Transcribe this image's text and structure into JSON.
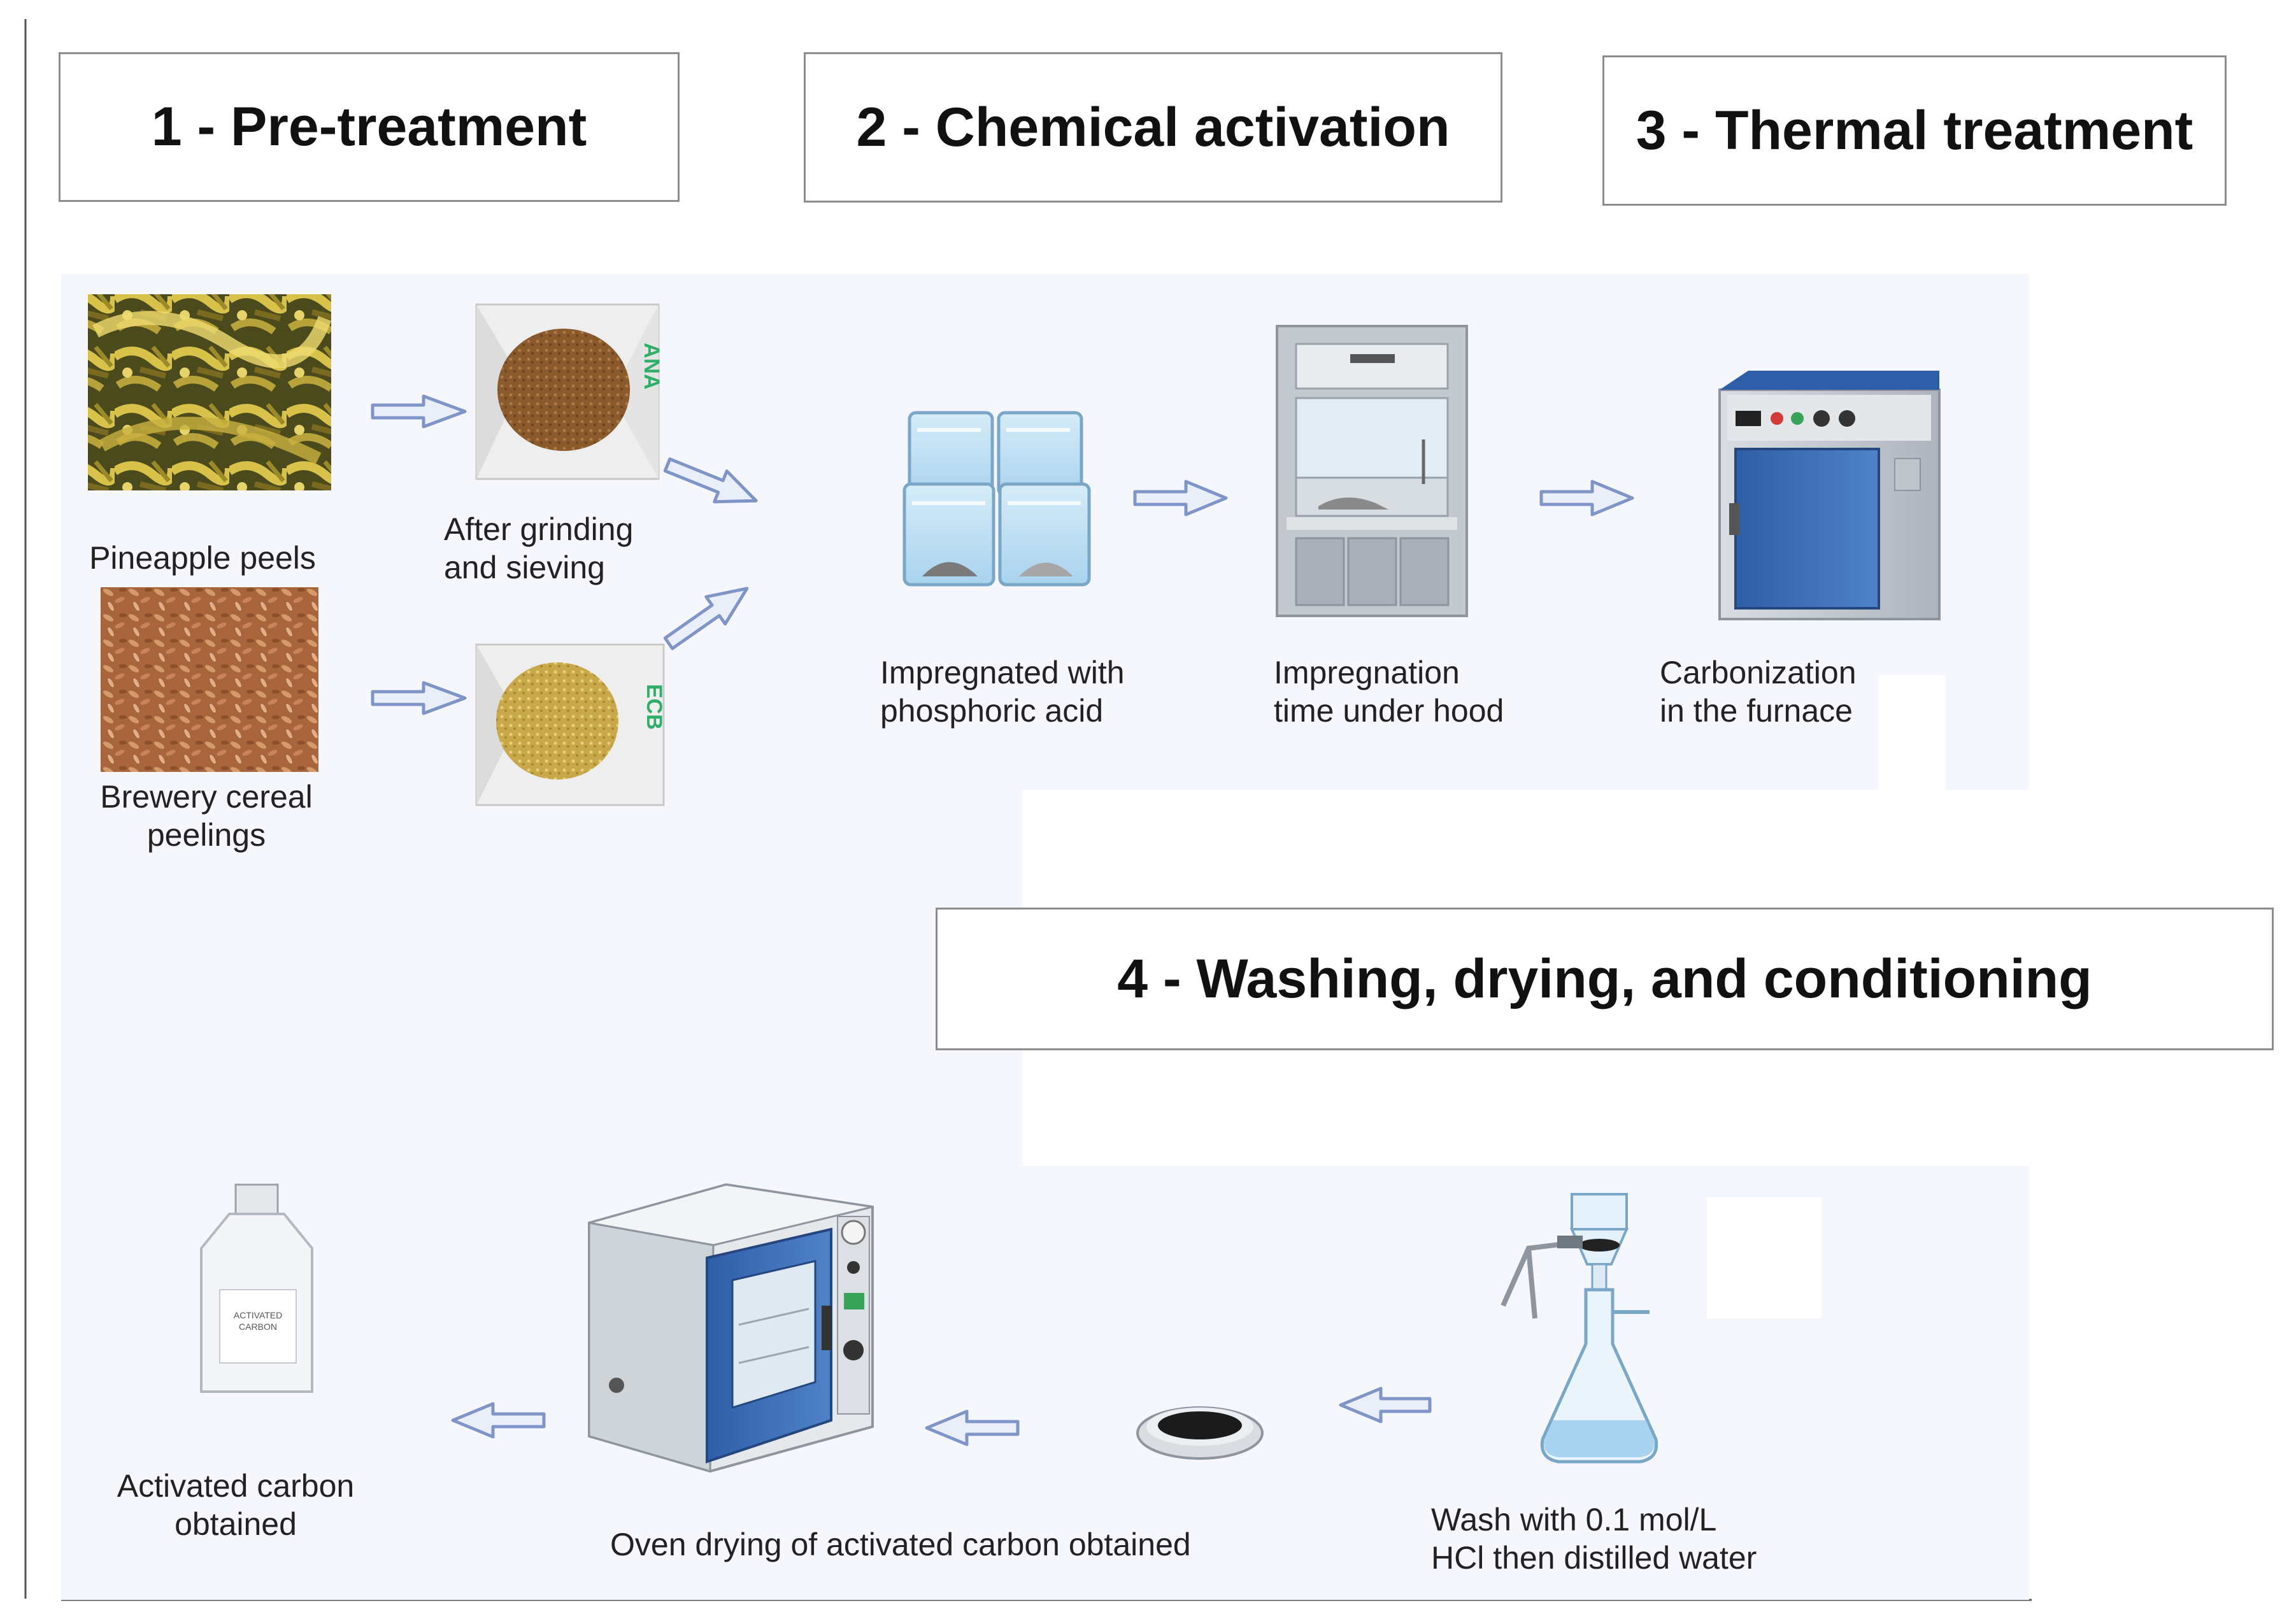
{
  "phases": {
    "pretreatment": "1 - Pre-treatment",
    "chemical_activation": "2 - Chemical activation",
    "thermal_treatment": "3 - Thermal treatment",
    "washing": "4 - Washing, drying, and conditioning"
  },
  "captions": {
    "pineapple_peels": "Pineapple peels",
    "grinding": [
      "After  grinding",
      "and sieving"
    ],
    "brewery": [
      "Brewery cereal",
      "peelings"
    ],
    "impregnated": [
      "Impregnated   with",
      "phosphoric acid"
    ],
    "impregnation_time": [
      "Impregnation",
      "time under hood"
    ],
    "carbonization": [
      "Carbonization",
      "in the furnace"
    ],
    "wash": [
      "Wash with 0.1 mol/L",
      "HCl then distilled water"
    ],
    "oven_drying": "Oven drying of activated carbon obtained",
    "activated_carbon": [
      "Activated carbon",
      "obtained"
    ]
  },
  "labels": {
    "bag_ana": "ANA",
    "bag_ecb": "ECB",
    "bottle_label": [
      "ACTIVATED",
      "CARBON"
    ]
  },
  "colors": {
    "arrow_stroke": "#7f95c8",
    "arrow_fill": "#e9eef8",
    "panel_bg": "#f5f7fc",
    "device_blue": "#3f6fb5"
  }
}
